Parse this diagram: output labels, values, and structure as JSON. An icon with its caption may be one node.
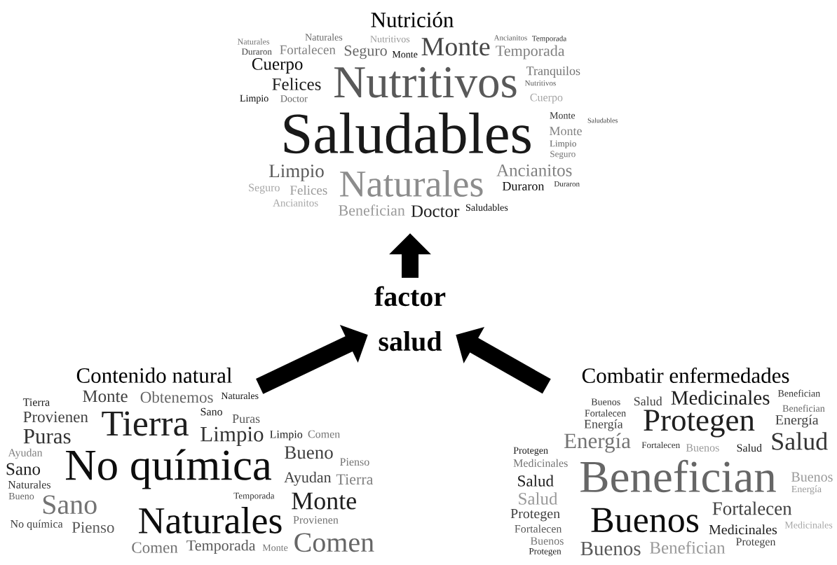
{
  "diagram": {
    "nodes": [
      {
        "text": [
          "Nutrición",
          "Saludables",
          "Nutritivos",
          "Naturales",
          "Monte",
          "Fortalecen",
          "Naturales",
          "Felices",
          "Cuerpo",
          "Seguro",
          "Temporada",
          "Tranquilos",
          "Limpio",
          "Felices",
          "Doctor",
          "Seguro",
          "Limpio",
          "Doctor",
          "Ancianitos",
          "Duraron",
          "Benefician",
          "Saludables",
          "Ancianitos",
          "Monte",
          "Monte",
          "Cuerpo",
          "Monte",
          "Limpio",
          "Seguro",
          "Duraron",
          "Nutritivos",
          "Nutritivos",
          "Duraron",
          "Naturales",
          "Ancianitos",
          "Temporada",
          "Saludables"
        ]
      },
      {
        "text": [
          "Contenido natural",
          "No química",
          "Tierra",
          "Naturales",
          "Monte",
          "Comen",
          "Sano",
          "Puras",
          "Limpio",
          "Provienen",
          "Bueno",
          "Obtenemos",
          "Monte",
          "Temporada",
          "Pienso",
          "Sano",
          "Ayudan",
          "Tierra",
          "No química",
          "Naturales",
          "Limpio",
          "Comen",
          "Provienen",
          "Temporada",
          "Sano",
          "Naturales",
          "Puras",
          "Ayudan",
          "Bueno",
          "Tierra",
          "Monte",
          "Pienso",
          "Comen"
        ]
      },
      {
        "text": [
          "Combatir enfermedades",
          "Benefician",
          "Buenos",
          "Protegen",
          "Medicinales",
          "Salud",
          "Energía",
          "Fortalecen",
          "Benefician",
          "Buenos",
          "Medicinales",
          "Salud",
          "Salud",
          "Protegen",
          "Energía",
          "Energía",
          "Fortalecen",
          "Salud",
          "Protegen",
          "Fortalecen",
          "Buenos",
          "Protegen",
          "Medicinales",
          "Buenos",
          "Salud",
          "Benefician",
          "Fortalecen",
          "Buenos",
          "Energía",
          "Medicinales",
          "Buenos",
          "Protegen",
          "Benefician"
        ]
      },
      {
        "text": [
          "factor salud"
        ]
      }
    ],
    "edges": [
      {
        "from": 1,
        "to": 3,
        "arrow": "to"
      },
      {
        "from": 2,
        "to": 3,
        "arrow": "to"
      },
      {
        "from": 3,
        "to": 0,
        "arrow": "to"
      }
    ]
  }
}
